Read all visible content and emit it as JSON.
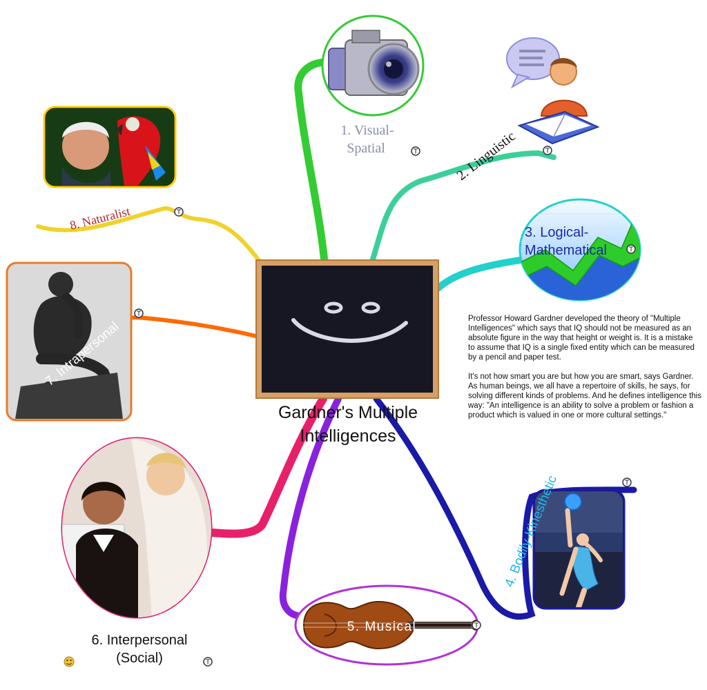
{
  "central": {
    "title_line1": "Gardner's Multiple",
    "title_line2": "Intelligences"
  },
  "branches": [
    {
      "label": "1. Visual-",
      "label2": "Spatial",
      "color": "#33cc33",
      "image": "camera-icon"
    },
    {
      "label": "2. Linguistic",
      "color": "#33cc99",
      "image": "reader-icon"
    },
    {
      "label": "3. Logical-",
      "label2": "Mathematical",
      "color": "#22cccc",
      "image": "chart-image"
    },
    {
      "label": "4. Bodily-Kinesthetic",
      "color": "#1a1aa8",
      "image": "gymnast-photo"
    },
    {
      "label": "5. Musical",
      "color": "#8a22dd",
      "image": "violin-photo"
    },
    {
      "label": "6. Interpersonal",
      "label2": "(Social)",
      "color": "#e01a6a",
      "image": "colleagues-photo"
    },
    {
      "label": "7. Intrapersonal",
      "color": "#ff6a00",
      "image": "thinker-photo"
    },
    {
      "label": "8. Naturalist",
      "color": "#e6d21a",
      "image": "naturalist-photo"
    }
  ],
  "description": {
    "paragraph1": "Professor Howard Gardner developed the theory of \"Multiple Intelligences\" which says that IQ should not be measured as an absolute figure in the way that height or weight is. It is a mistake to assume that IQ is a single fixed entity which can be measured by a pencil and paper test.",
    "paragraph2": "It's not how smart you are but how you are smart, says Gardner. As human beings, we all have a repertoire of skills, he says, for solving different kinds of problems. And he defines intelligence this way: \"An intelligence is an ability to solve a problem or fashion a product which is valued in one or more cultural settings.\""
  },
  "note_icon": "T-note-icon",
  "note_glyph": "Ⓣ",
  "smiley_icon": "smiley-icon"
}
